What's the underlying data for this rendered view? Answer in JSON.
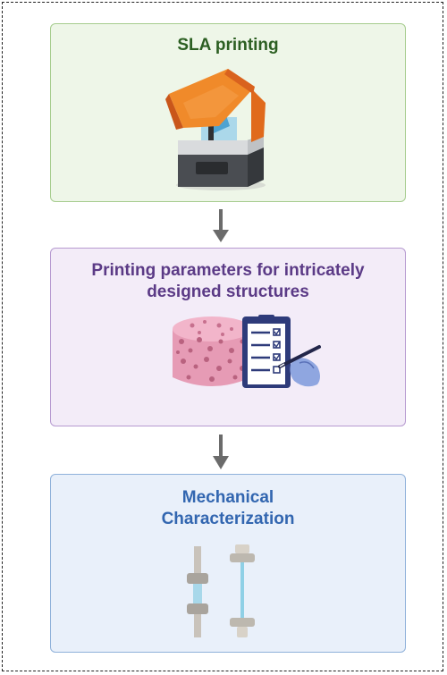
{
  "steps": [
    {
      "title": "SLA  printing",
      "icon": "sla-printer-icon",
      "accent": "#2c5f22",
      "fill": "#eef6e8",
      "border": "#a6cc8e"
    },
    {
      "title": "Printing parameters for intricately\ndesigned structures",
      "icon": "porous-scaffold-checklist-icon",
      "accent": "#5b3a86",
      "fill": "#f3ecf8",
      "border": "#b69ad0"
    },
    {
      "title": "Mechanical\nCharacterization",
      "icon": "tensile-specimen-icon",
      "accent": "#3266b0",
      "fill": "#e9f0fa",
      "border": "#8fb1da"
    }
  ],
  "arrow_color": "#6b6b6b"
}
